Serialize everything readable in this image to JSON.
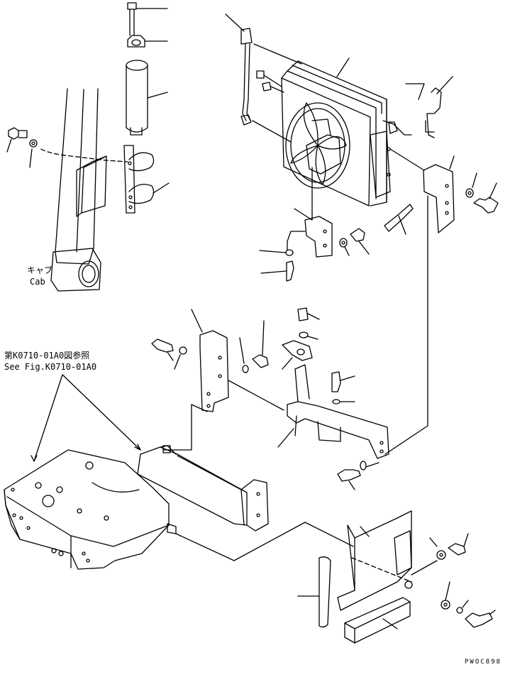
{
  "labels": {
    "cab_ja": "キャブ",
    "cab_en": "Cab",
    "ref_ja": "第K0710-01A0図参照",
    "ref_en": "See Fig.K0710-01A0",
    "drawing_code": "PWOC898"
  }
}
